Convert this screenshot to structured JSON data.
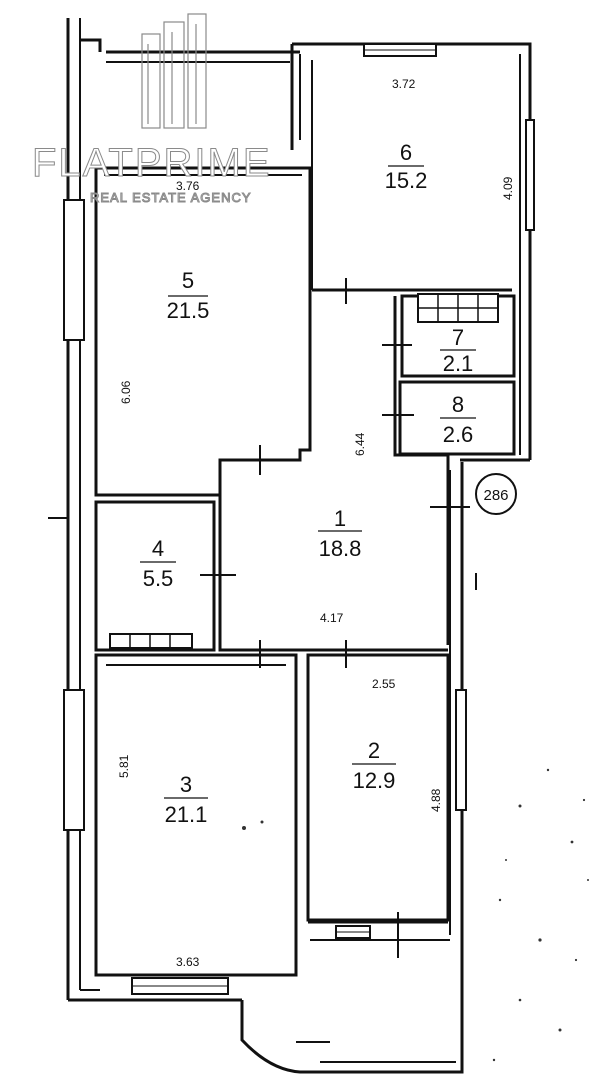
{
  "watermark": {
    "brand": "FLATPRIME",
    "tagline": "REAL ESTATE AGENCY"
  },
  "stamp": "286",
  "rooms": [
    {
      "id": "1",
      "number": "1",
      "area": "18.8"
    },
    {
      "id": "2",
      "number": "2",
      "area": "12.9"
    },
    {
      "id": "3",
      "number": "3",
      "area": "21.1"
    },
    {
      "id": "4",
      "number": "4",
      "area": "5.5"
    },
    {
      "id": "5",
      "number": "5",
      "area": "21.5"
    },
    {
      "id": "6",
      "number": "6",
      "area": "15.2"
    },
    {
      "id": "7",
      "number": "7",
      "area": "2.1"
    },
    {
      "id": "8",
      "number": "8",
      "area": "2.6"
    }
  ],
  "dimensions": {
    "room6_width": "3.72",
    "room6_height": "4.09",
    "room5_width": "3.76",
    "room5_height": "6.06",
    "corridor_height": "6.44",
    "room1_width": "4.17",
    "room2_width": "2.55",
    "room2_height": "4.88",
    "room3_height": "5.81",
    "room3_width": "3.63"
  }
}
